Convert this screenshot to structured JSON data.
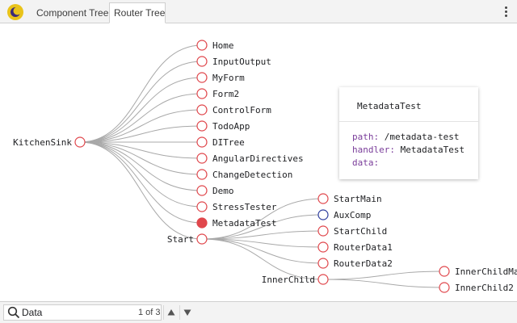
{
  "tabs": [
    {
      "label": "Component Tree",
      "active": false
    },
    {
      "label": "Router Tree",
      "active": true
    }
  ],
  "tree": {
    "root": "KitchenSink",
    "children": [
      "Home",
      "InputOutput",
      "MyForm",
      "Form2",
      "ControlForm",
      "TodoApp",
      "DITree",
      "AngularDirectives",
      "ChangeDetection",
      "Demo",
      "StressTester",
      "MetadataTest",
      "Start"
    ],
    "selected": "MetadataTest",
    "start_children": [
      "StartMain",
      "AuxComp",
      "StartChild",
      "RouterData1",
      "RouterData2",
      "InnerChild"
    ],
    "auxiliary": "AuxComp",
    "inner_children": [
      "InnerChildMa",
      "InnerChild2"
    ]
  },
  "info_card": {
    "title": "MetadataTest",
    "path_key": "path:",
    "path_value": "/metadata-test",
    "handler_key": "handler:",
    "handler_value": "MetadataTest",
    "data_key": "data:"
  },
  "search": {
    "value": "Data",
    "match_count": "1 of 3"
  },
  "icons": {
    "logo": "angular-augury-logo-icon",
    "menu": "more-vert-icon",
    "search": "search-icon",
    "prev": "arrow-up-icon",
    "next": "arrow-down-icon"
  },
  "colors": {
    "node_stroke": "#e0474c",
    "selected_fill": "#e0474c",
    "aux_stroke": "#2f3e9e",
    "link": "#a8a8a8",
    "key": "#7a3d9a",
    "logo": "#e9c31a"
  }
}
